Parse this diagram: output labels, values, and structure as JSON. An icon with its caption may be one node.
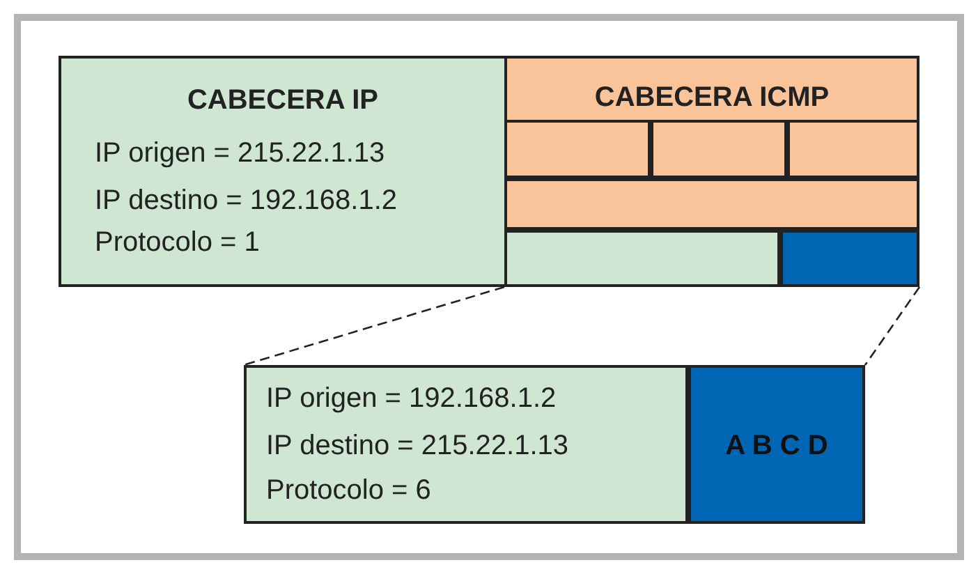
{
  "diagram": {
    "nodes": [
      {
        "text": [
          "CABECERA IP",
          "IP origen = 215.22.1.13",
          "IP destino = 192.168.1.2",
          "Protocolo = 1"
        ]
      },
      {
        "text": [
          "CABECERA ICMP"
        ]
      },
      {
        "text": [],
        "shape": "box",
        "in": 1
      },
      {
        "text": [],
        "shape": "box",
        "in": 1
      },
      {
        "text": [],
        "shape": "box",
        "in": 1
      },
      {
        "text": [],
        "shape": "box",
        "in": 1
      },
      {
        "text": [],
        "shape": "box",
        "in": 1
      },
      {
        "text": [],
        "shape": "box",
        "in": 1
      },
      {
        "text": [
          "IP origen = 192.168.1.2",
          "IP destino = 215.22.1.13",
          "Protocolo = 6"
        ]
      },
      {
        "text": [
          "A B C D"
        ]
      }
    ],
    "edges": [
      {
        "from": 6,
        "to": 8,
        "arrow": "none",
        "style": "dashed"
      },
      {
        "from": 7,
        "to": 9,
        "arrow": "none",
        "style": "dashed"
      }
    ]
  }
}
